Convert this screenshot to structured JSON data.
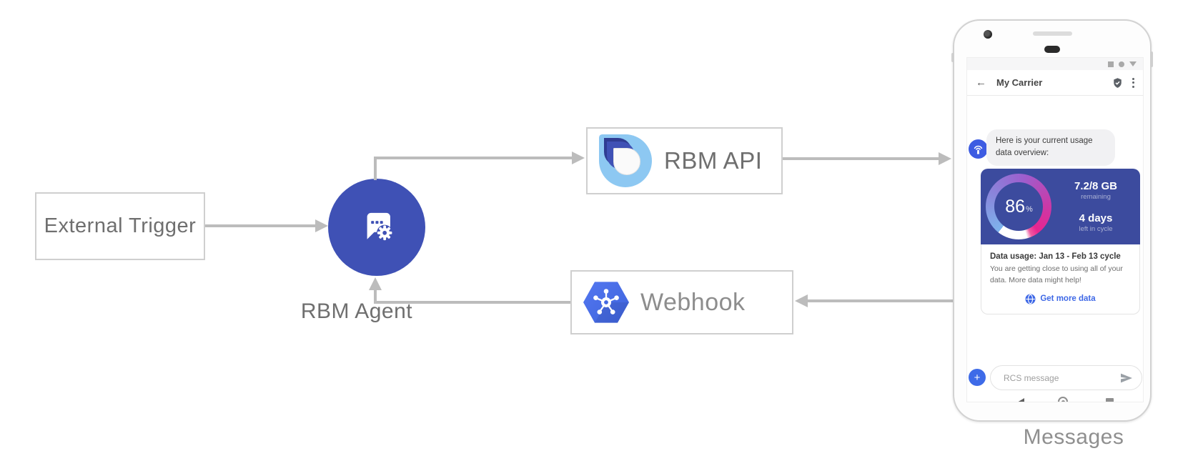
{
  "diagram": {
    "external_trigger_label": "External Trigger",
    "rbm_agent_label": "RBM Agent",
    "rbm_api_label": "RBM API",
    "webhook_label": "Webhook",
    "phone_caption": "Messages"
  },
  "phone": {
    "header": {
      "title": "My Carrier"
    },
    "chat": {
      "agent_message": "Here is your current usage data overview:",
      "usage_card": {
        "percent_value": "86",
        "percent_unit": "%",
        "amount": "7.2/8 GB",
        "amount_label": "remaining",
        "days": "4 days",
        "days_label": "left in cycle",
        "title": "Data usage: Jan 13 - Feb 13 cycle",
        "body": "You are getting close to using all of your data. More data might help!",
        "action_label": "Get more data"
      }
    },
    "composer": {
      "placeholder": "RCS message",
      "plus_label": "+"
    }
  },
  "colors": {
    "agent_blue": "#3f51b5",
    "card_indigo": "#3c4b9e",
    "bright_blue": "#3e63e4",
    "gauge_blue": "#7eb3ec",
    "gauge_purple": "#9d5fce",
    "gauge_pink": "#e8258f",
    "arrow_gray": "#bcbcbc",
    "label_gray": "#6f6f6f"
  }
}
